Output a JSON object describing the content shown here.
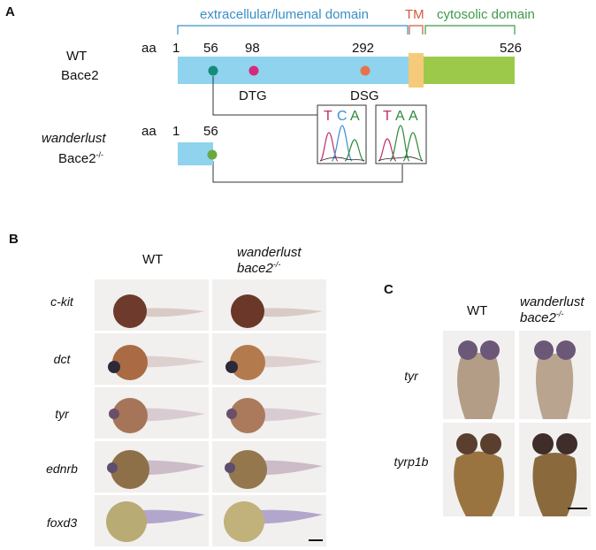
{
  "panel_a": {
    "label": "A",
    "domains": {
      "extracellular": "extracellular/lumenal domain",
      "tm": "TM",
      "cytosolic": "cytosolic domain"
    },
    "wt": {
      "name_line1": "WT",
      "name_line2": "Bace2",
      "aa_label": "aa",
      "positions": [
        "1",
        "56",
        "98",
        "292",
        "526"
      ],
      "motifs": [
        "DTG",
        "DSG"
      ]
    },
    "mutant": {
      "name_line1": "wanderlust",
      "name_line2": "Bace2",
      "superscript": "-/-",
      "aa_label": "aa",
      "positions": [
        "1",
        "56"
      ]
    },
    "chromatograms": [
      {
        "bases": [
          "T",
          "C",
          "A"
        ]
      },
      {
        "bases": [
          "T",
          "A",
          "A"
        ]
      }
    ],
    "colors": {
      "extracellular": "#8fd3ee",
      "tm": "#f5cb7a",
      "cytosolic": "#9cc94a",
      "domain_blue": "#3a8fc7",
      "domain_red": "#d4593a",
      "domain_green": "#3f9a4a",
      "dot56": "#178a7e",
      "dot98": "#d4297c",
      "dot292": "#e5734a",
      "dot_mut": "#6ba842"
    }
  },
  "panel_b": {
    "label": "B",
    "col_wt": "WT",
    "col_mut_line1": "wanderlust",
    "col_mut_line2": "bace2",
    "col_mut_sup": "-/-",
    "genes": [
      "c-kit",
      "dct",
      "tyr",
      "ednrb",
      "foxd3"
    ]
  },
  "panel_c": {
    "label": "C",
    "col_wt": "WT",
    "col_mut_line1": "wanderlust",
    "col_mut_line2": "bace2",
    "col_mut_sup": "-/-",
    "genes": [
      "tyr",
      "tyrp1b"
    ]
  }
}
